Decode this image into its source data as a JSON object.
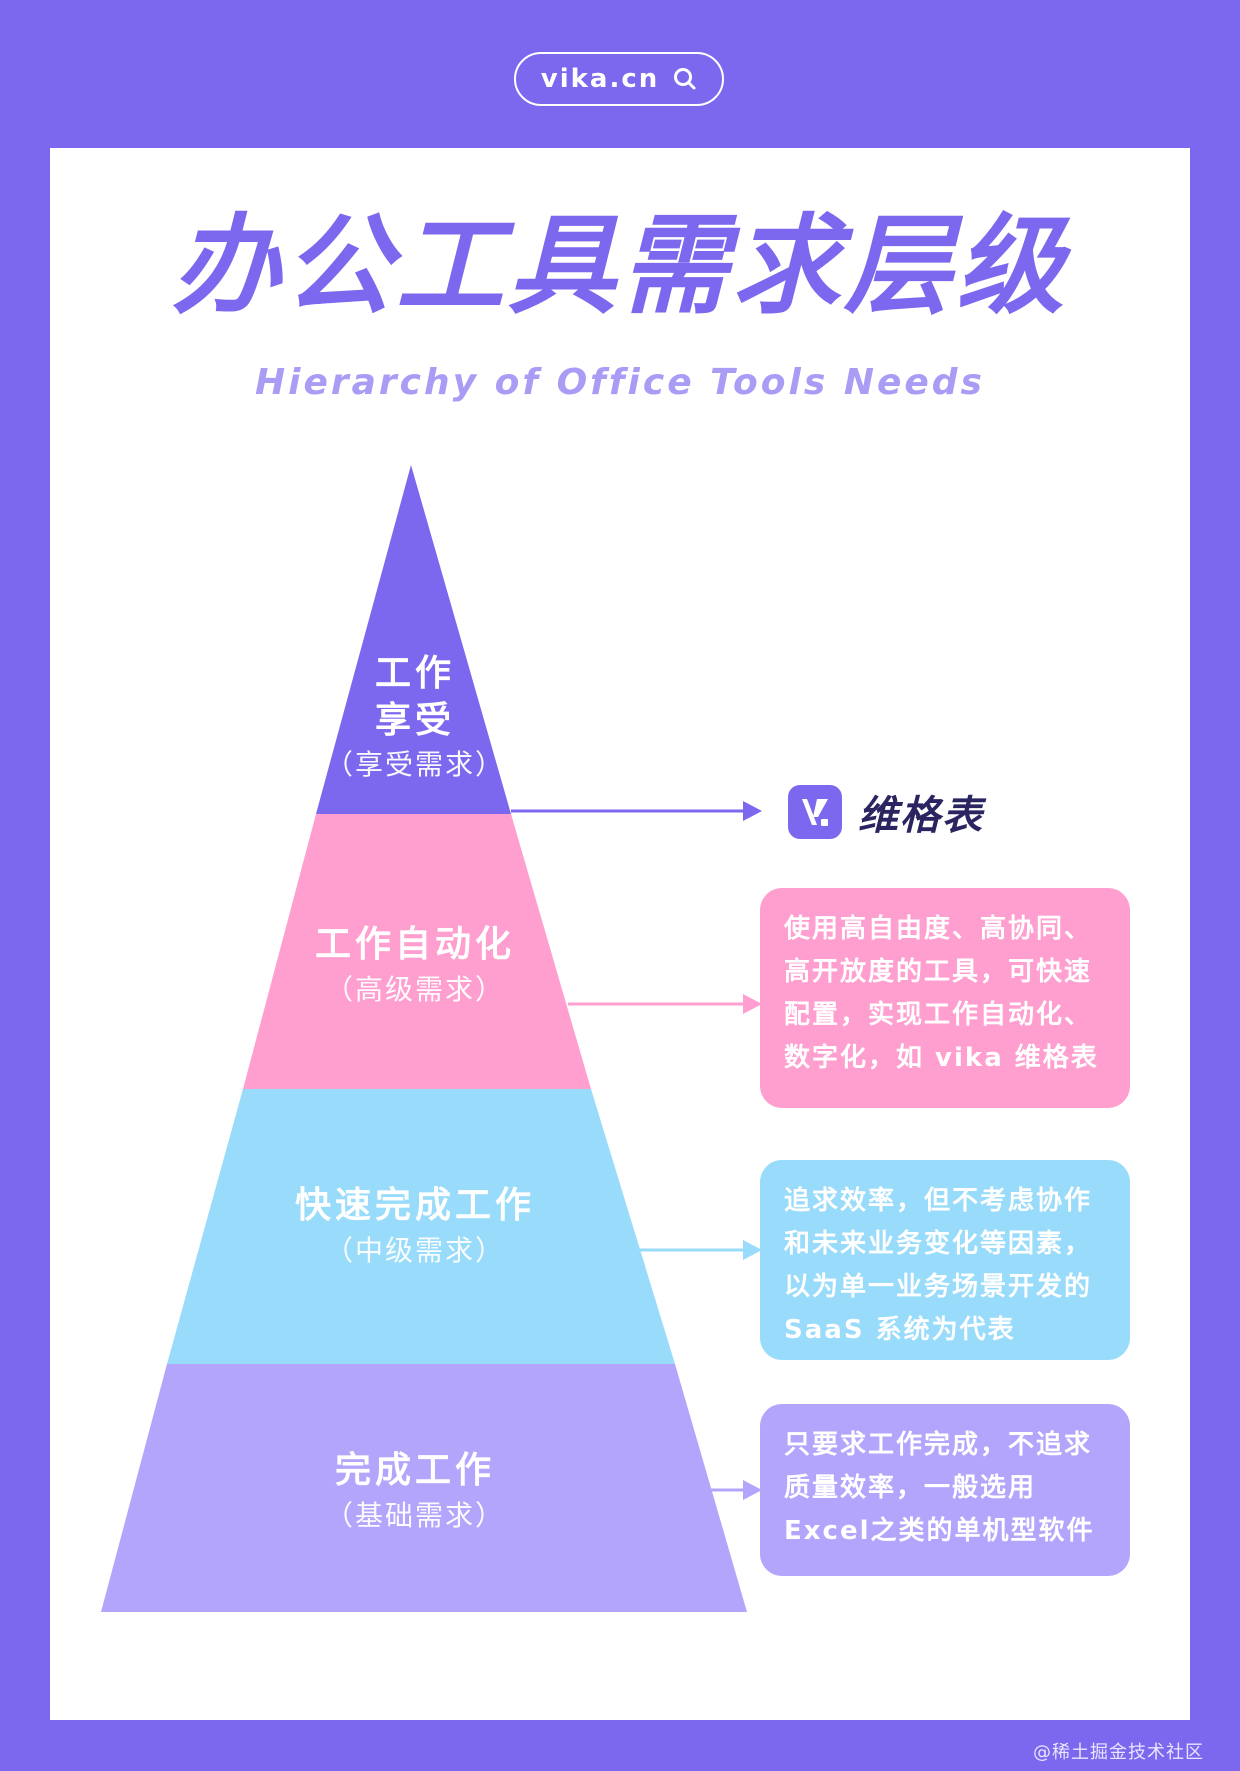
{
  "header": {
    "url": "vika.cn"
  },
  "title": "办公工具需求层级",
  "subtitle": "Hierarchy of Office Tools Needs",
  "colors": {
    "background": "#7b68ee",
    "tier_enjoy": "#7b68ee",
    "tier_automation": "#ff9fcf",
    "tier_fast": "#99dbfa",
    "tier_basic": "#b3a5fb"
  },
  "pyramid": {
    "tiers": [
      {
        "title": "工作\n享受",
        "sub": "（享受需求）"
      },
      {
        "title": "工作自动化",
        "sub": "（高级需求）"
      },
      {
        "title": "快速完成工作",
        "sub": "（中级需求）"
      },
      {
        "title": "完成工作",
        "sub": "（基础需求）"
      }
    ]
  },
  "brand": {
    "name": "维格表",
    "logo_icon": "vika-logo-icon"
  },
  "descriptions": [
    {
      "text": "使用高自由度、高协同、高开放度的工具，可快速配置，实现工作自动化、数字化，如 vika 维格表"
    },
    {
      "text": "追求效率，但不考虑协作和未来业务变化等因素，以为单一业务场景开发的 SaaS 系统为代表"
    },
    {
      "text": "只要求工作完成，不追求质量效率，一般选用 Excel之类的单机型软件"
    }
  ],
  "watermark": "@稀土掘金技术社区"
}
